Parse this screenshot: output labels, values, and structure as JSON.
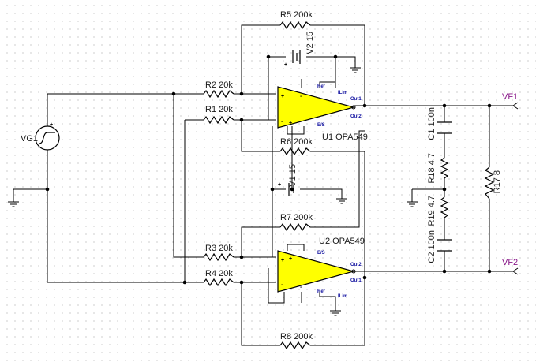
{
  "components": {
    "r5": "R5 200k",
    "r6": "R6 200k",
    "r7": "R7 200k",
    "r8": "R8 200k",
    "r1": "R1 20k",
    "r2": "R2 20k",
    "r3": "R3 20k",
    "r4": "R4 20k",
    "u1": "U1 OPA549",
    "u2": "U2 OPA549",
    "v2": "V2 15",
    "v1": "V1 15",
    "vg1": "VG1",
    "c1": "C1 100n",
    "c2": "C2 100n",
    "r18": "R18 4.7",
    "r19": "R19 4.7",
    "r17": "R17 8"
  },
  "nets": {
    "vf1": "VF1",
    "vf2": "VF2"
  },
  "pins": {
    "ilim": "ILim",
    "es": "E/S",
    "ref": "Ref",
    "out1": "Out1",
    "out2": "Out2",
    "plus": "+",
    "minus": "-"
  },
  "colors": {
    "wire": "#000000",
    "opamp_fill": "#ffff00",
    "label": "#1a1a1a",
    "net_label": "#8a1a8a",
    "pin_label": "#1010a0"
  }
}
